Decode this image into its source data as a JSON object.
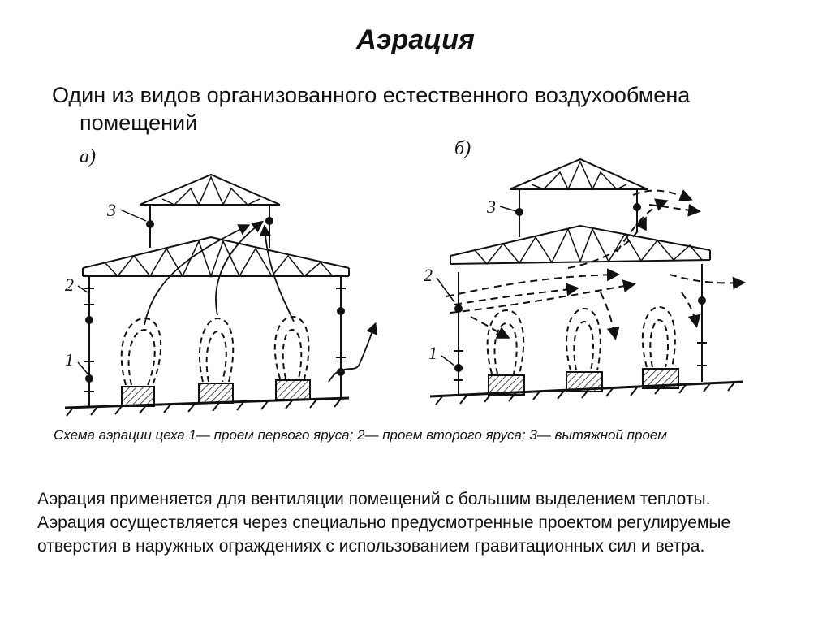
{
  "slide": {
    "title": "Аэрация",
    "subtitle_line1": "Один из видов организованного естественного воздухообмена",
    "subtitle_line2": "помещений"
  },
  "figure": {
    "panel_a_label": "а)",
    "panel_b_label": "б)",
    "callouts": {
      "one": "1",
      "two": "2",
      "three": "3"
    },
    "caption": "Схема аэрации цеха 1— проем первого яруса; 2— проем второго яруса; 3— вытяжной проем"
  },
  "body": {
    "paragraph1": "Аэрация применяется для вентиляции помещений с большим выделением теплоты.",
    "paragraph2": "Аэрация осуществляется через специально предусмотренные проектом регулируемые отверстия в наружных ограждениях с использованием гравитационных сил и ветра."
  }
}
